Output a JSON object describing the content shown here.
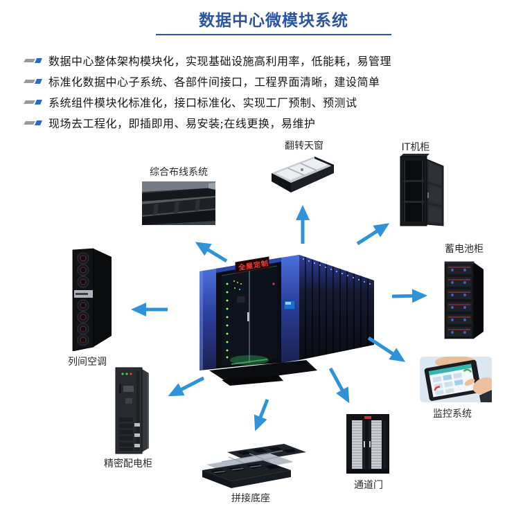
{
  "title": {
    "text": "数据中心微模块系统"
  },
  "features": [
    {
      "text": "数据中心整体架构模块化，实现基础设施高利用率，低能耗，易管理"
    },
    {
      "text": "标准化数据中心子系统、各部件间接口，工程界面清晰，建设简单"
    },
    {
      "text": "系统组件模块化标准化，接口标准化、实现工厂预制、预测试"
    },
    {
      "text": "现场去工程化，即插即用、易安装;在线更换，易维护"
    }
  ],
  "center_module": {
    "sign_text": "全屋定制"
  },
  "components": [
    {
      "id": "cabling",
      "label": "综合布线系统"
    },
    {
      "id": "skylight",
      "label": "翻转天窗"
    },
    {
      "id": "it-rack",
      "label": "IT机柜"
    },
    {
      "id": "battery",
      "label": "蓄电池柜"
    },
    {
      "id": "monitoring",
      "label": "监控系统"
    },
    {
      "id": "door",
      "label": "通道门"
    },
    {
      "id": "base",
      "label": "拼接底座"
    },
    {
      "id": "pdu",
      "label": "精密配电柜"
    },
    {
      "id": "aircon",
      "label": "列间空调"
    }
  ],
  "colors": {
    "title_blue": "#2b55a4",
    "arrow_blue": "#2e93d9",
    "bullet_gray": "#97999c",
    "bullet_blue": "#2e6bc0",
    "sign_red": "#ff3b30"
  }
}
